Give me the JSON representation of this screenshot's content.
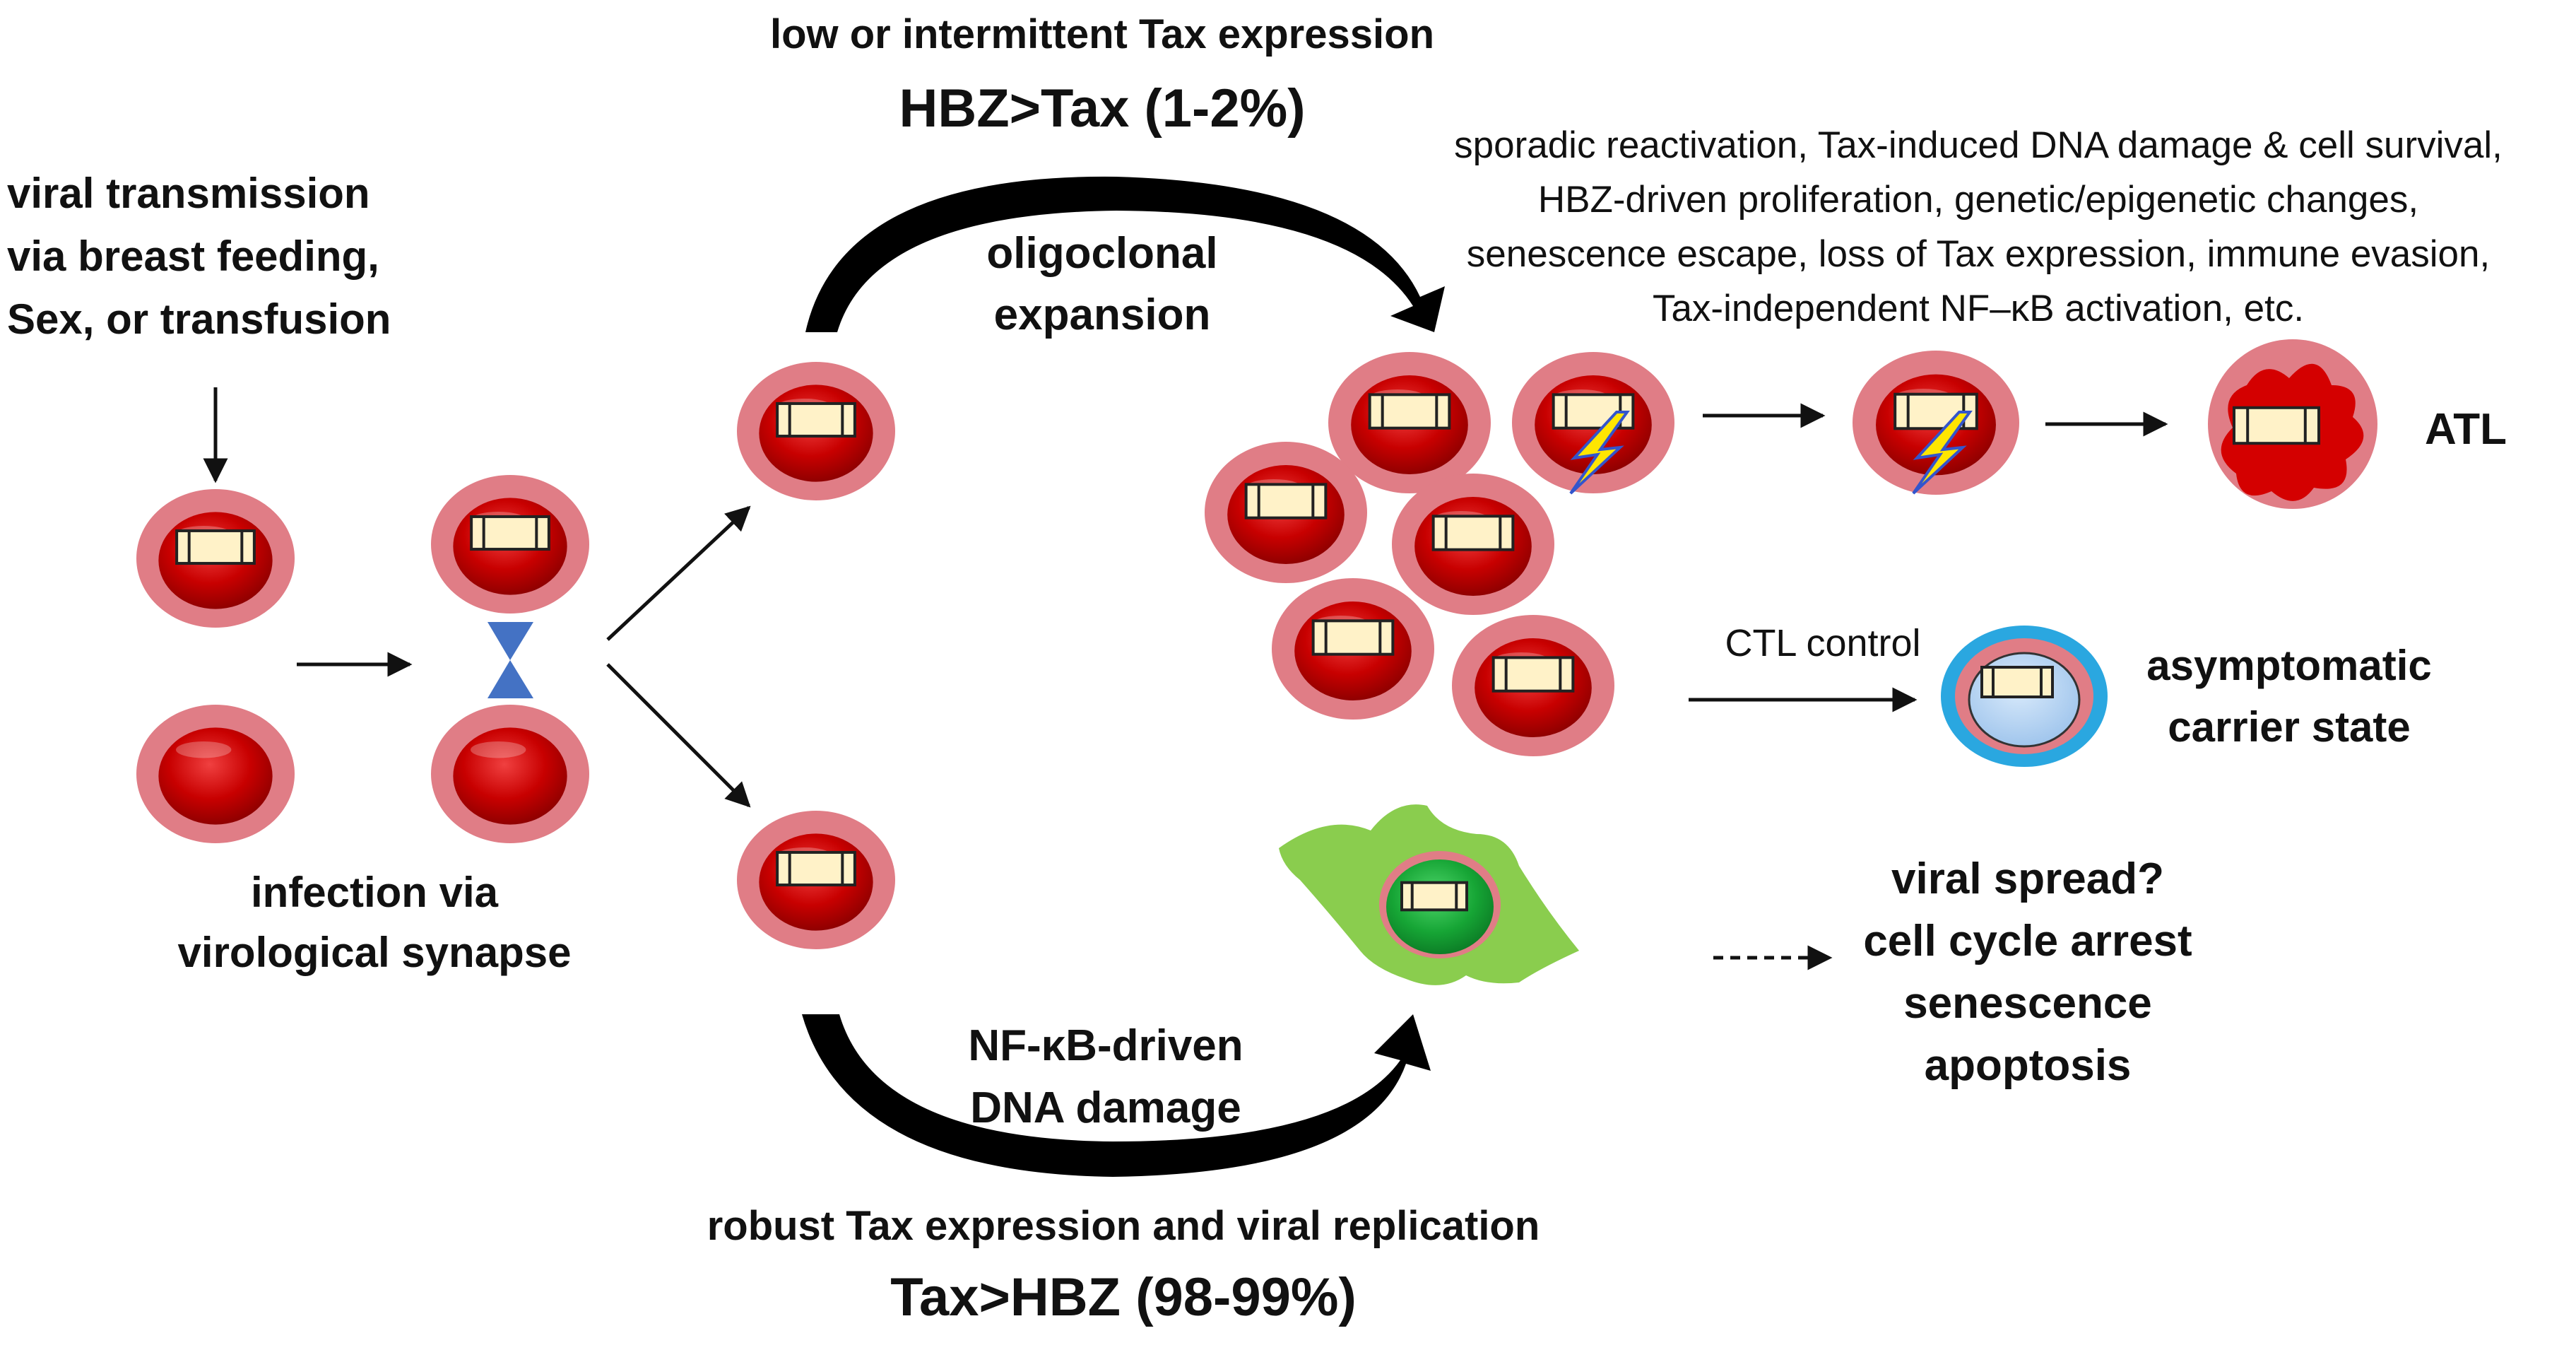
{
  "top": {
    "line1": "low or intermittent Tax expression",
    "line2": "HBZ>Tax (1-2%)"
  },
  "transmission": [
    "viral transmission",
    "via breast feeding,",
    "Sex, or transfusion"
  ],
  "infection": [
    "infection via",
    "virological synapse"
  ],
  "oligoclonal": [
    "oligoclonal",
    "expansion"
  ],
  "changes": [
    "sporadic reactivation, Tax-induced DNA damage & cell survival,",
    "HBZ-driven proliferation, genetic/epigenetic changes,",
    "senescence escape, loss of Tax expression, immune evasion,",
    "Tax-independent NF–κB activation, etc."
  ],
  "atl": "ATL",
  "ctl": "CTL control",
  "carrier": [
    "asymptomatic",
    "carrier state"
  ],
  "nfkb": [
    "NF-κB-driven",
    "DNA damage"
  ],
  "outcomes": [
    "viral  spread?",
    "cell cycle arrest",
    "senescence",
    "apoptosis"
  ],
  "bottom": {
    "line1": "robust Tax expression and viral replication",
    "line2": "Tax>HBZ (98-99%)"
  },
  "colors": {
    "cell_halo": "#E07D86",
    "cell_core": "#C80000",
    "provirus_fill": "#FFF2C8",
    "synapse": "#4472C4",
    "ctl_ring": "#2AA7E0",
    "ctl_core": "#B5D5F2",
    "senescent_cell": "#8ACD4E",
    "senescent_nucleus": "#16A535",
    "lightning": "#FFE600",
    "atl_blob": "#D40000"
  },
  "icons": [
    "provirus-icon",
    "lightning-icon",
    "synapse-icon"
  ]
}
